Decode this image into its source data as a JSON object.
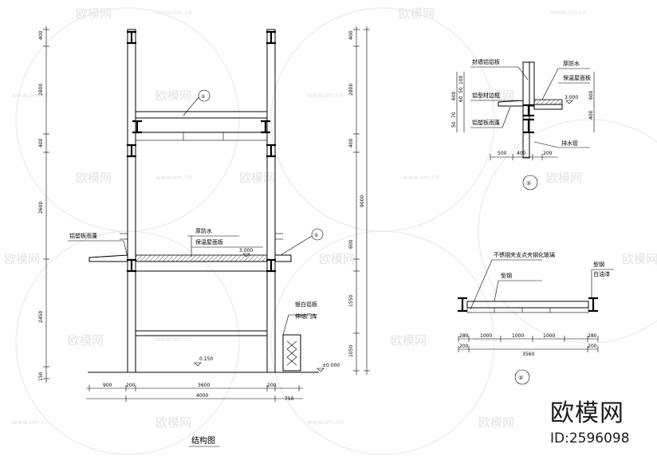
{
  "watermark": {
    "brand": "欧模网",
    "url": "www.om.cn"
  },
  "brand_badge": {
    "name": "欧模网",
    "id": "ID:2596098"
  },
  "elevation": {
    "title": "结构图",
    "left_dims": [
      "400",
      "2800",
      "400",
      "2600",
      "2450",
      "150"
    ],
    "right_dims": [
      "400",
      "2800",
      "400",
      "600",
      "1550",
      "1050"
    ],
    "right_total": "9000",
    "bottom_dims": [
      "900",
      "200",
      "3600",
      "200",
      "750"
    ],
    "bottom_total": "4000",
    "labels": {
      "awning": "铝塑板雨蓬",
      "waterproof": "厚防水",
      "roof_panel": "保温屋面板",
      "level_3000": "3.000",
      "level_0150": "0.150",
      "level_0000": "±0.000",
      "aluminum_panel": "银白铝板",
      "shutter": "伸缩门库"
    },
    "callouts": [
      "②",
      "①"
    ]
  },
  "detail1": {
    "title": "①",
    "labels": {
      "sealant": "封墙铝铝板",
      "waterproof": "厚防水",
      "roof_panel": "保温屋面板",
      "aluminum_frame": "铝型材边框",
      "awning": "铝塑板雨蓬",
      "drain": "排水管",
      "level": "3.000"
    },
    "left_dims": [
      "50",
      "70",
      "600",
      "60",
      "50",
      "100"
    ],
    "right_dims": [
      "600",
      "400"
    ],
    "bottom_dims": [
      "500",
      "400",
      "200"
    ]
  },
  "detail2": {
    "title": "②",
    "labels": {
      "glass": "不锈钢夹支点夹钢化玻璃",
      "steel": "型钢",
      "steel_right": "型钢",
      "paint": "白油漆"
    },
    "bottom_dims": [
      "280",
      "1000",
      "1000",
      "1000",
      "280"
    ],
    "side_dims": [
      "200",
      "200"
    ],
    "total": "3560"
  }
}
